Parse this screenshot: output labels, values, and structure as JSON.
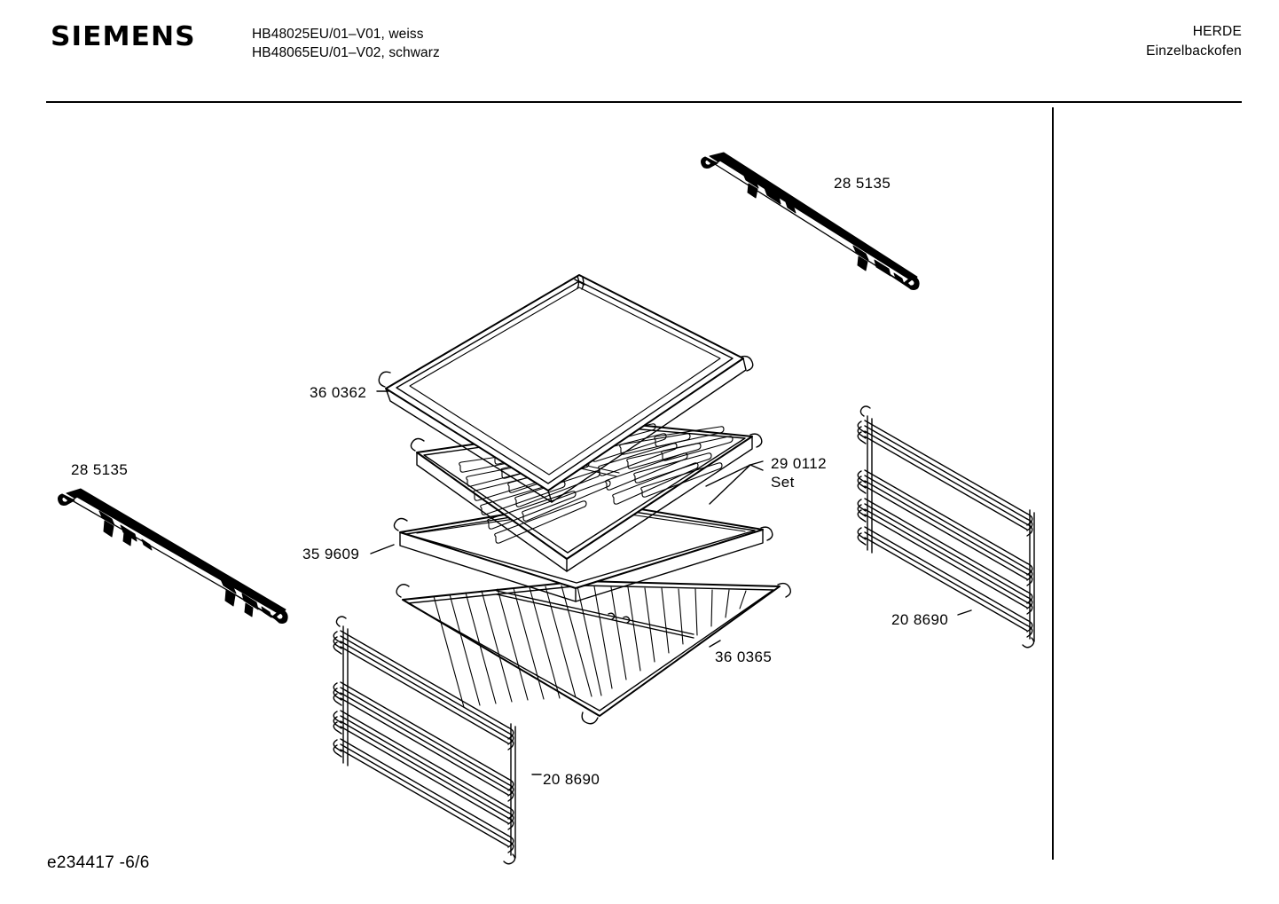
{
  "header": {
    "brand": "SIEMENS",
    "models": [
      "HB48025EU/01–V01, weiss",
      "HB48065EU/01–V02, schwarz"
    ],
    "category": "HERDE",
    "subcategory": "Einzelbackofen"
  },
  "footer": {
    "document_code": "e234417 -6/6"
  },
  "parts": [
    {
      "id": "rail-top",
      "number": "28 5135",
      "note": ""
    },
    {
      "id": "rail-left",
      "number": "28 5135",
      "note": ""
    },
    {
      "id": "tray",
      "number": "36 0362",
      "note": ""
    },
    {
      "id": "grill",
      "number": "29 0112",
      "note": "Set"
    },
    {
      "id": "pan",
      "number": "35 9609",
      "note": ""
    },
    {
      "id": "wirerack",
      "number": "36 0365",
      "note": ""
    },
    {
      "id": "side-right",
      "number": "20 8690",
      "note": ""
    },
    {
      "id": "side-left",
      "number": "20 8690",
      "note": ""
    }
  ],
  "colors": {
    "line": "#000000",
    "background": "#ffffff"
  }
}
